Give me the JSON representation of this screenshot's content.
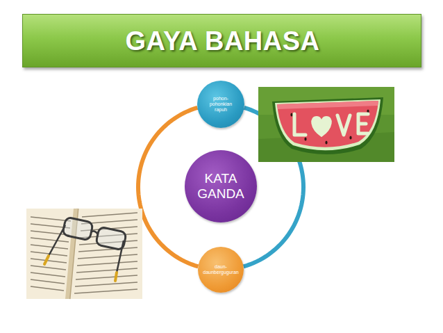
{
  "diagram": {
    "title": "GAYA BAHASA",
    "nodes": [
      {
        "text": [
          "pohon-pohonkian rapuh"
        ]
      },
      {
        "text": [
          "KATA GANDA"
        ]
      },
      {
        "text": [
          "daun-daunberguguran"
        ]
      }
    ],
    "edges": [
      {
        "from": 0,
        "to": 2,
        "arrow": "none"
      },
      {
        "from": 2,
        "to": 0,
        "arrow": "none"
      }
    ]
  }
}
